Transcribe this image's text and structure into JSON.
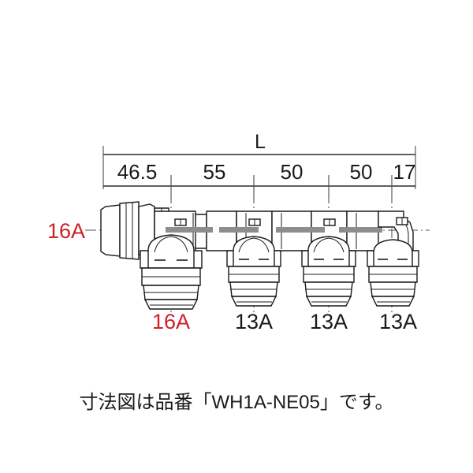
{
  "drawing": {
    "title_label": "L",
    "dimension_row": {
      "values": [
        "46.5",
        "55",
        "50",
        "50",
        "17"
      ],
      "unit_implied": "mm"
    },
    "left_port_label": "16A",
    "branch_labels": [
      "16A",
      "13A",
      "13A",
      "13A"
    ],
    "accent_color": "#cc2027",
    "line_color": "#1a1a1a",
    "bore_color": "#8d8d8d",
    "background": "#ffffff"
  },
  "caption": {
    "text": "寸法図は品番「WH1A-NE05」です。",
    "part_number": "WH1A-NE05"
  },
  "chart_data": {
    "type": "table",
    "title": "L",
    "categories": [
      "46.5",
      "55",
      "50",
      "50",
      "17"
    ],
    "values": [
      46.5,
      55,
      50,
      50,
      17
    ],
    "xlabel": "",
    "ylabel": "",
    "annotations": [
      "16A",
      "16A",
      "13A",
      "13A",
      "13A"
    ]
  }
}
